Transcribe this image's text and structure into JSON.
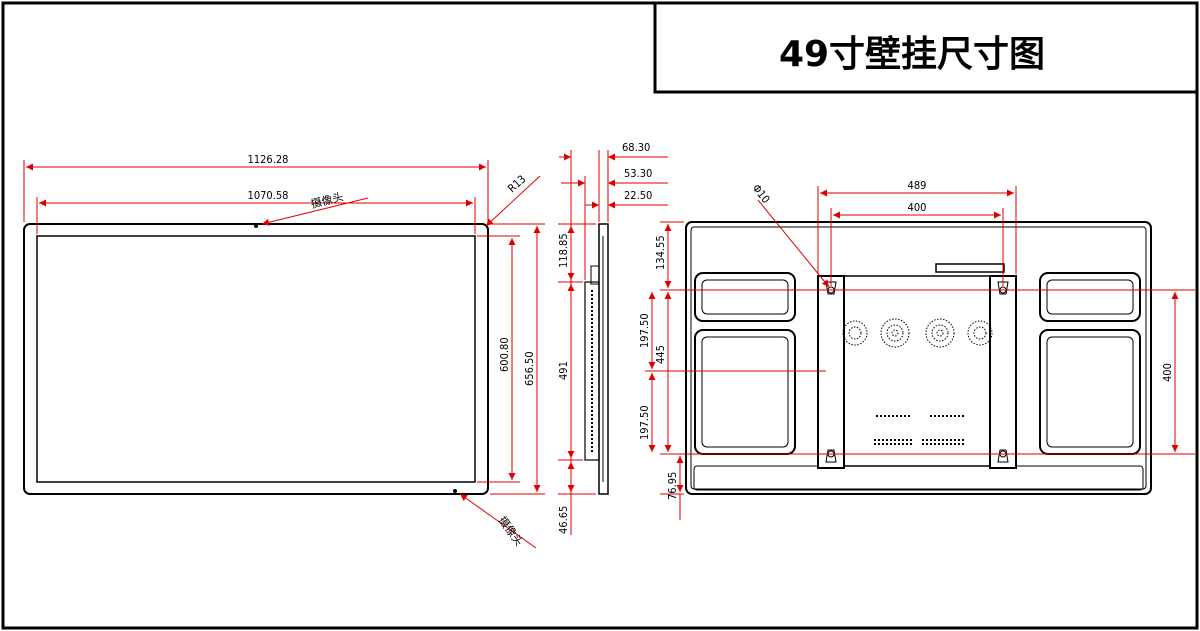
{
  "title": "49寸壁挂尺寸图",
  "front_view": {
    "overall_width": "1126.28",
    "display_width": "1070.58",
    "corner_radius": "R13",
    "display_height": "600.80",
    "overall_height": "656.50",
    "camera_label": "摄像头",
    "bottom_label": "摄像头"
  },
  "side_view": {
    "depth_total": "68.30",
    "depth_mid": "53.30",
    "depth_thin": "22.50",
    "top_offset": "118.85",
    "body_height": "491",
    "bottom_offset": "46.65"
  },
  "back_view": {
    "hole_diameter": "Φ10",
    "outer_pitch_h": "489",
    "vesa_h": "400",
    "top_offset": "134.55",
    "upper_span": "197.50",
    "outer_pitch_v": "445",
    "lower_span": "197.50",
    "bottom_offset": "76.95",
    "vesa_v": "400"
  }
}
